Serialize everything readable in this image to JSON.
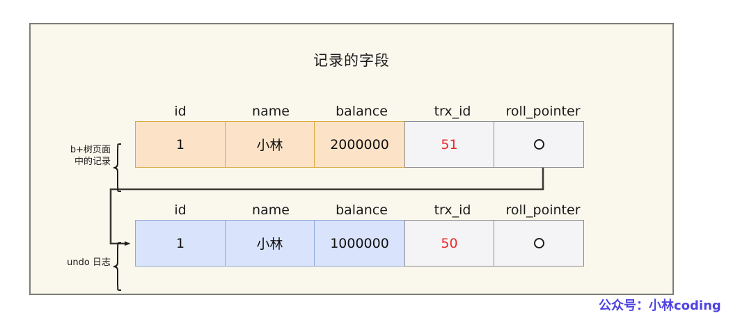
{
  "diagram": {
    "title": "记录的字段",
    "background_color": "#faf8ec",
    "frame_border_color": "#7d7d78"
  },
  "columns": [
    "id",
    "name",
    "balance",
    "trx_id",
    "roll_pointer"
  ],
  "tables": [
    {
      "key": "page_record",
      "side_label": "b+树页面\n中的记录",
      "side_label_line1": "b+树页面",
      "side_label_line2": "中的记录",
      "fill_color": "#fce3c8",
      "border_color": "#d8a93c",
      "cells": {
        "id": "1",
        "name": "小林",
        "balance": "2000000",
        "trx_id": "51",
        "roll_pointer": "pointer-dot-icon"
      }
    },
    {
      "key": "undo_log",
      "side_label": "undo 日志",
      "side_label_line1": "undo 日志",
      "side_label_line2": "",
      "fill_color": "#d9e3fb",
      "border_color": "#8fa8d8",
      "cells": {
        "id": "1",
        "name": "小林",
        "balance": "1000000",
        "trx_id": "50",
        "roll_pointer": "pointer-dot-icon"
      }
    }
  ],
  "colors": {
    "trx_id_text": "#ea2a2a",
    "watermark": "#4f43e0",
    "system_cell_fill": "#f4f4f6",
    "system_cell_border": "#8a8a8a"
  },
  "watermark": "公众号：小林coding"
}
